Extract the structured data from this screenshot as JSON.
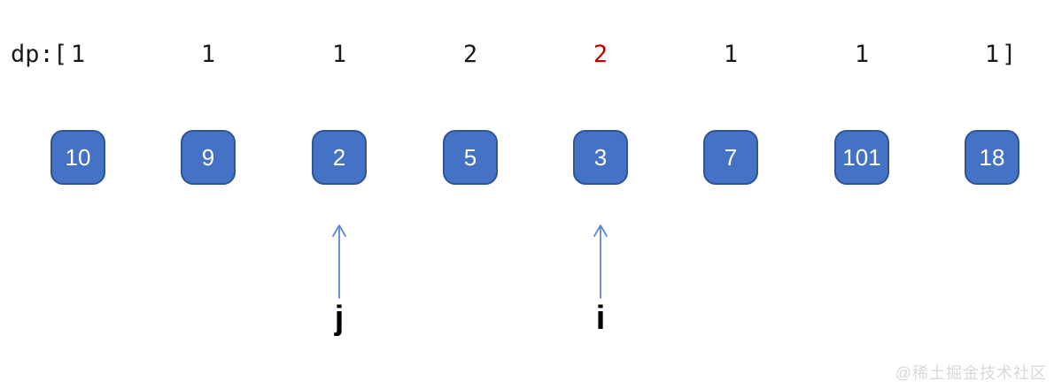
{
  "dp_row": {
    "label": "dp:",
    "open_bracket": "[",
    "close_bracket": "]",
    "values": [
      "1",
      "1",
      "1",
      "2",
      "2",
      "1",
      "1",
      "1"
    ],
    "highlight_index": 4
  },
  "array_boxes": [
    "10",
    "9",
    "2",
    "5",
    "3",
    "7",
    "101",
    "18"
  ],
  "pointers": [
    {
      "label": "j",
      "points_to_value": "2"
    },
    {
      "label": "i",
      "points_to_value": "3"
    }
  ],
  "watermark": "@稀土掘金技术社区",
  "colors": {
    "box_fill": "#4472c4",
    "box_border": "#2f5597",
    "box_text": "#ffffff",
    "dp_text": "#1a1a1a",
    "dp_highlight": "#c00000",
    "arrow": "#5b87d6",
    "pointer_label": "#000000",
    "watermark": "#d9d9d9"
  }
}
